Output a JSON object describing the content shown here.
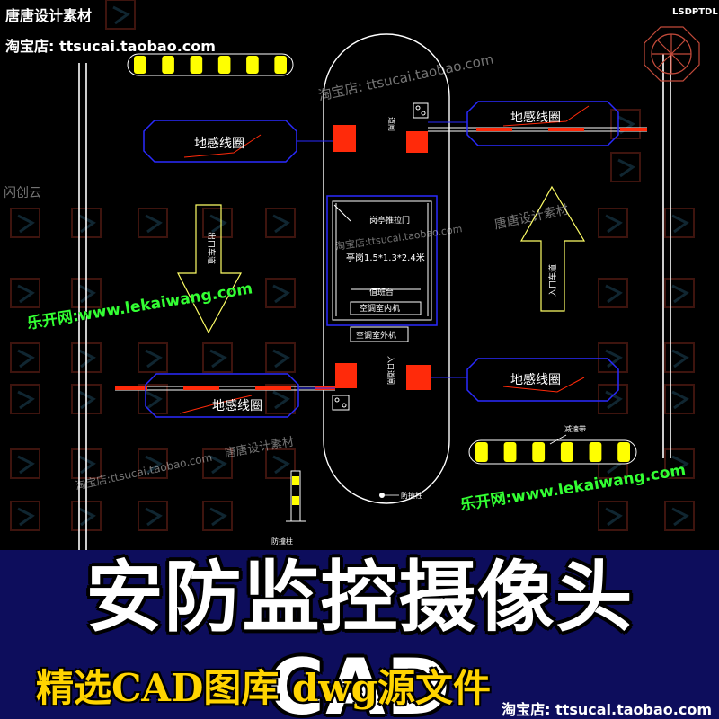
{
  "watermarks": {
    "brand_top": "唐唐设计素材",
    "shop_top": "淘宝店: ttsucai.taobao.com",
    "code": "LSDPTDL",
    "side_label": "闪创云",
    "shop_mid": "淘宝店: ttsucai.taobao.com",
    "shop_mid2": "淘宝店:ttsucai.taobao.com",
    "brand_mid": "唐唐设计素材",
    "site_1": "乐开网:www.lekaiwang.com",
    "site_2": "乐开网:www.lekaiwang.com",
    "shop_low": "淘宝店:ttsucai.taobao.com",
    "brand_low": "唐唐设计素材"
  },
  "drawing": {
    "loop_label_1": "地感线圈",
    "loop_label_2": "地感线圈",
    "loop_label_3": "地感线圈",
    "loop_label_4": "地感线圈",
    "booth_door": "岗亭推拉门",
    "booth_size": "亭岗1.5*1.3*2.4米",
    "desk": "值班台",
    "ac_indoor": "空调室内机",
    "ac_outdoor": "空调室外机",
    "barrier_note": "防撞柱",
    "speed_bump_note": "减速带",
    "bollard_note": "防撞柱",
    "exit_text": "出口车道",
    "entry_text": "入口车道",
    "gate_label": "道闸",
    "gate_label_2": "入口道闸"
  },
  "banner": {
    "title": "安防监控摄像头CAD",
    "subtitle": "精选CAD图库  dwg源文件",
    "shop": "淘宝店: ttsucai.taobao.com"
  },
  "colors": {
    "banner_bg": "#0d0d5c",
    "subtitle": "#ffd400",
    "lines": "#ffffff",
    "outline_blue": "#2a2aff",
    "accent_red": "#ff2a0a",
    "arrow_yellow": "#ffff66",
    "bump_yellow": "#ffff00",
    "watermark_green": "#33ff33"
  }
}
